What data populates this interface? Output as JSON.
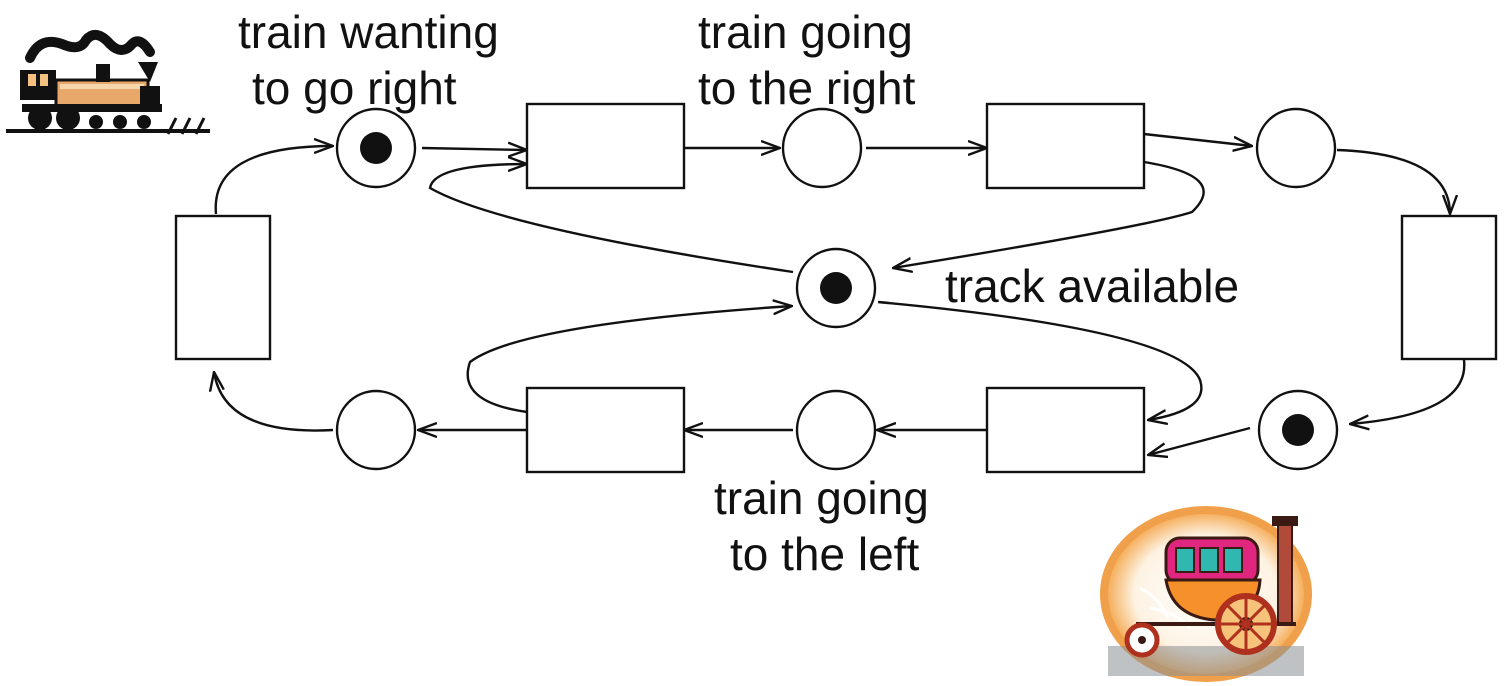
{
  "labels": {
    "wanting_right_1": "train wanting",
    "wanting_right_2": "to go right",
    "going_right_1": "train going",
    "going_right_2": "to the right",
    "track": "track available",
    "going_left_1": "train going",
    "going_left_2": "to the left"
  },
  "places": [
    {
      "id": "p-wanting-right",
      "tokens": 1
    },
    {
      "id": "p-going-right",
      "tokens": 0
    },
    {
      "id": "p-right-end",
      "tokens": 0
    },
    {
      "id": "p-track-available",
      "tokens": 1
    },
    {
      "id": "p-wanting-left",
      "tokens": 1
    },
    {
      "id": "p-going-left",
      "tokens": 0
    },
    {
      "id": "p-left-end",
      "tokens": 0
    }
  ],
  "icons": {
    "locomotive": "steam-locomotive-icon",
    "carriage": "steam-carriage-icon"
  },
  "colors": {
    "stroke": "#111111",
    "carriage_body": "#e0267f",
    "carriage_lower": "#f6902a",
    "carriage_halo": "#f7c27a"
  }
}
